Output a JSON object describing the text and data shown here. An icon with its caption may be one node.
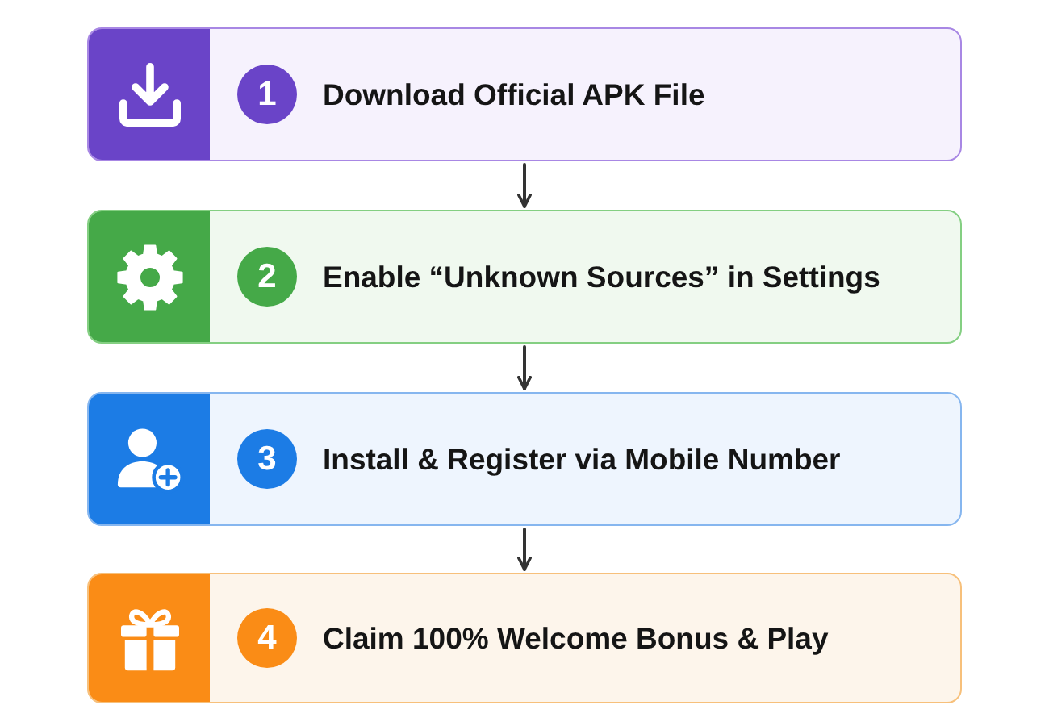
{
  "diagram": {
    "nodes": [
      {
        "text": [
          "1",
          "Download Official APK File"
        ]
      },
      {
        "text": [
          "2",
          "Enable “Unknown Sources” in Settings"
        ]
      },
      {
        "text": [
          "3",
          "Install & Register via Mobile Number"
        ]
      },
      {
        "text": [
          "4",
          "Claim 100% Welcome Bonus & Play"
        ]
      }
    ],
    "edges": [
      {
        "from": 0,
        "to": 1,
        "arrow": "to"
      },
      {
        "from": 1,
        "to": 2,
        "arrow": "to"
      },
      {
        "from": 2,
        "to": 3,
        "arrow": "to"
      }
    ]
  }
}
